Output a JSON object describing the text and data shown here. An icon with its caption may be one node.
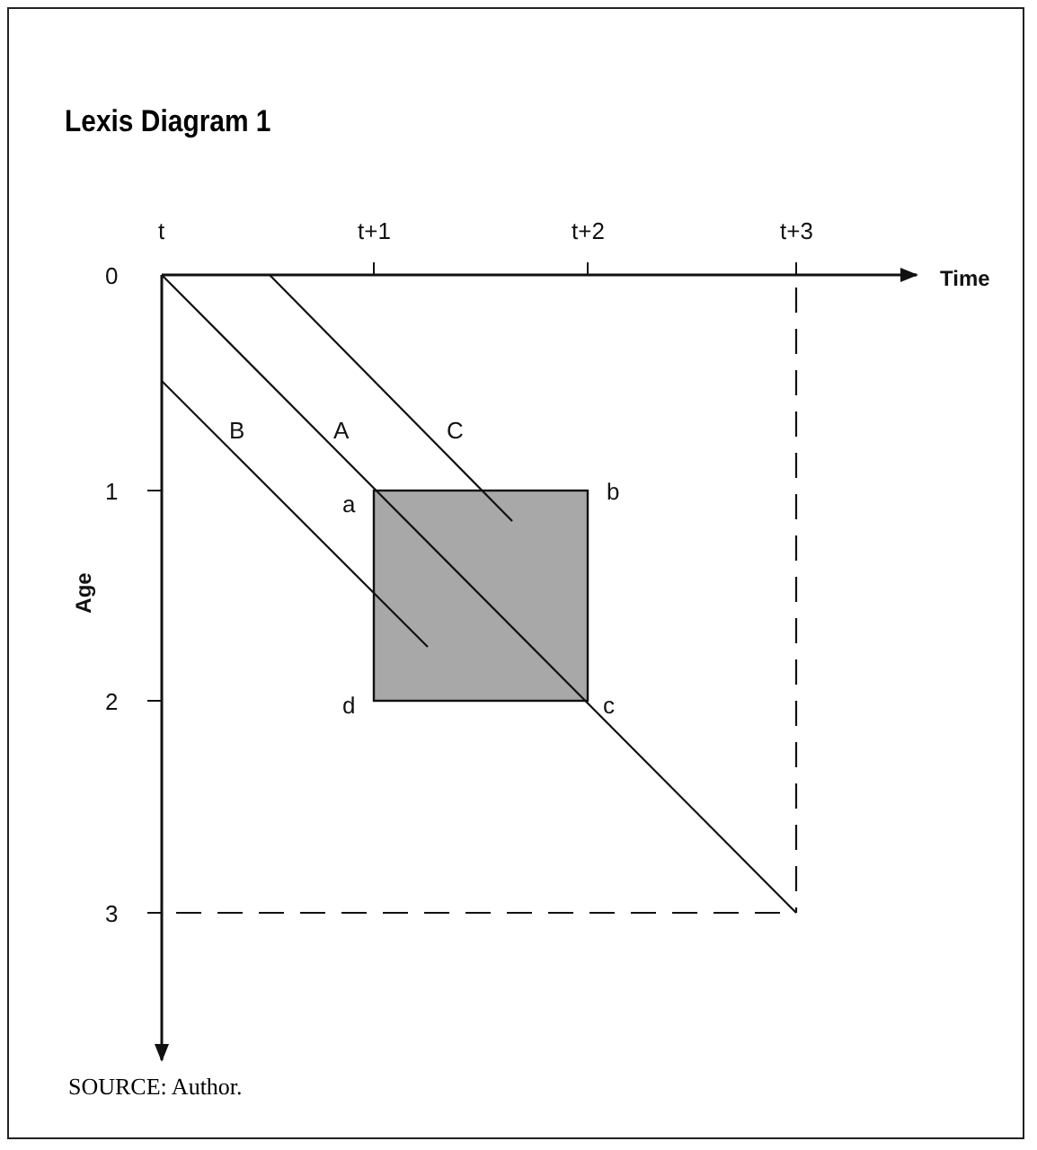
{
  "diagram": {
    "title": "Lexis Diagram 1",
    "caption": "SOURCE: Author.",
    "nodes": [
      {
        "text": [],
        "shape": "box"
      }
    ],
    "labels": [
      "t",
      "t+1",
      "t+2",
      "t+3",
      "0",
      "Time",
      "B",
      "A",
      "C",
      "1",
      "a",
      "b",
      "Age",
      "2",
      "d",
      "c",
      "3"
    ]
  }
}
